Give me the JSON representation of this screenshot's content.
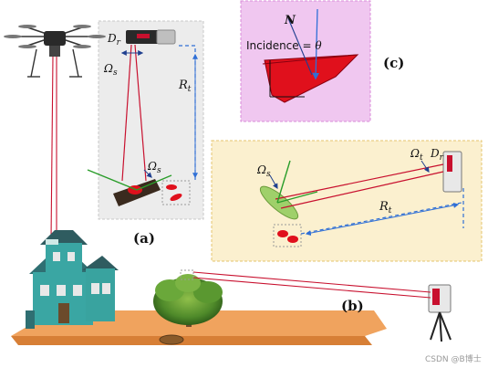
{
  "colors": {
    "panel_a_bg": "#ececec",
    "panel_b_bg": "#fbf0cf",
    "panel_c_bg": "#f0c7f0",
    "laser_beam": "#c8102e",
    "dashed_guide": "#2f6fd6",
    "surface_normal": "#2a9d2a",
    "ground_plate": "#f0a35e"
  },
  "panel_a": {
    "label": "(a)",
    "dr_label": "D",
    "dr_subscript": "r",
    "omega_s_top": "Ω",
    "omega_s_top_sub": "s",
    "omega_s_bottom": "Ω",
    "omega_s_bottom_sub": "s",
    "rt_label": "R",
    "rt_sub": "t"
  },
  "panel_b": {
    "label": "(b)",
    "omega_s": "Ω",
    "omega_s_sub": "s",
    "omega_t": "Ω",
    "omega_t_sub": "t",
    "dr_label": "D",
    "dr_subscript": "r",
    "rt_label": "R",
    "rt_sub": "t"
  },
  "panel_c": {
    "label": "(c)",
    "normal_label": "N",
    "incidence_text": "Incidence = ",
    "theta": "θ"
  },
  "watermark": "CSDN @B博士"
}
